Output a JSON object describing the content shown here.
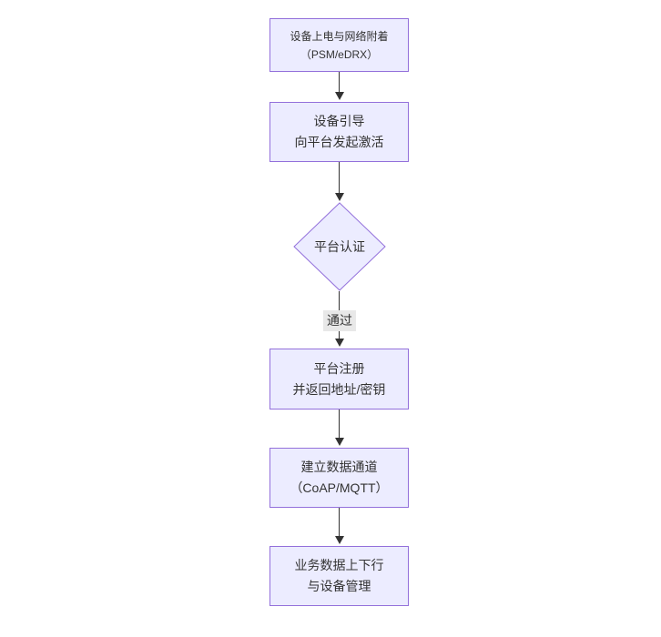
{
  "diagram": {
    "type": "flowchart",
    "direction": "top-down",
    "colors": {
      "node_fill": "#ECECFF",
      "node_border": "#9370DB",
      "arrow": "#333333",
      "text": "#333333",
      "edge_label_bg": "#e8e8e8"
    },
    "nodes": [
      {
        "id": "power-attach",
        "shape": "rect",
        "line1": "设备上电与网络附着",
        "line2": "（PSM/eDRX）"
      },
      {
        "id": "bootstrap",
        "shape": "rect",
        "line1": "设备引导",
        "line2": "向平台发起激活"
      },
      {
        "id": "auth",
        "shape": "diamond",
        "line1": "平台认证"
      },
      {
        "id": "register",
        "shape": "rect",
        "line1": "平台注册",
        "line2": "并返回地址/密钥"
      },
      {
        "id": "data-channel",
        "shape": "rect",
        "line1": "建立数据通道",
        "line2": "（CoAP/MQTT）"
      },
      {
        "id": "business",
        "shape": "rect",
        "line1": "业务数据上下行",
        "line2": "与设备管理"
      }
    ],
    "edges": [
      {
        "from": "power-attach",
        "to": "bootstrap",
        "label": ""
      },
      {
        "from": "bootstrap",
        "to": "auth",
        "label": ""
      },
      {
        "from": "auth",
        "to": "register",
        "label": "通过"
      },
      {
        "from": "register",
        "to": "data-channel",
        "label": ""
      },
      {
        "from": "data-channel",
        "to": "business",
        "label": ""
      }
    ]
  }
}
